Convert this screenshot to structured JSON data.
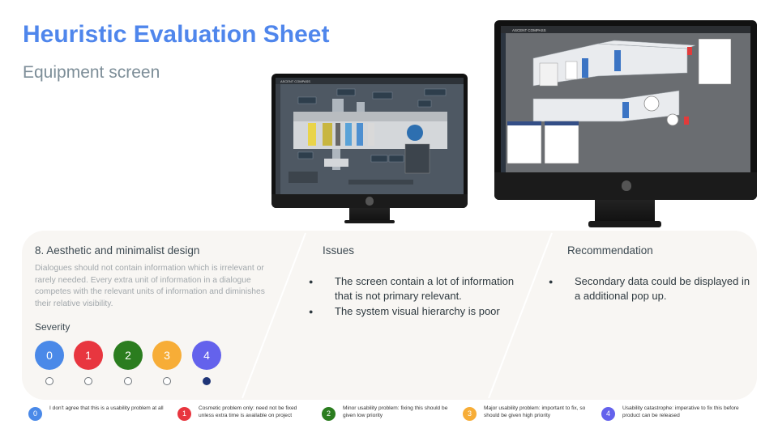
{
  "header": {
    "title": "Heuristic Evaluation Sheet",
    "subtitle": "Equipment screen"
  },
  "heuristic": {
    "title": "8. Aesthetic and minimalist design",
    "description": "Dialogues should not contain information which is irrelevant or rarely needed. Every extra unit of information in a dialogue competes with the relevant units of information and diminishes their relative visibility."
  },
  "severity": {
    "label": "Severity",
    "levels": [
      {
        "value": "0",
        "color": "#4a89e8"
      },
      {
        "value": "1",
        "color": "#e8363f"
      },
      {
        "value": "2",
        "color": "#2b7d1f"
      },
      {
        "value": "3",
        "color": "#f7ad37"
      },
      {
        "value": "4",
        "color": "#6462ec"
      }
    ],
    "selected": "4"
  },
  "issues": {
    "title": "Issues",
    "items": [
      "The screen contain a lot of information that is not primary relevant.",
      "The system visual hierarchy is poor"
    ]
  },
  "recommendation": {
    "title": "Recommendation",
    "items": [
      "Secondary data could be displayed in a additional pop up."
    ]
  },
  "legend": [
    {
      "value": "0",
      "color": "#4a89e8",
      "text": "I don't agree that this is a usability problem at all"
    },
    {
      "value": "1",
      "color": "#e8363f",
      "text": "Cosmetic problem only: need not be fixed unless extra time is available on project"
    },
    {
      "value": "2",
      "color": "#2b7d1f",
      "text": "Minor usability problem: fixing this should be given low priority"
    },
    {
      "value": "3",
      "color": "#f7ad37",
      "text": "Major usability problem: important to fix, so should be given high priority"
    },
    {
      "value": "4",
      "color": "#6462ec",
      "text": "Usability catastrophe: imperative to fix this before product can be released"
    }
  ],
  "screenshots": [
    {
      "brand": "ASCENT COMPASS"
    },
    {
      "brand": "ASCENT COMPASS"
    }
  ]
}
